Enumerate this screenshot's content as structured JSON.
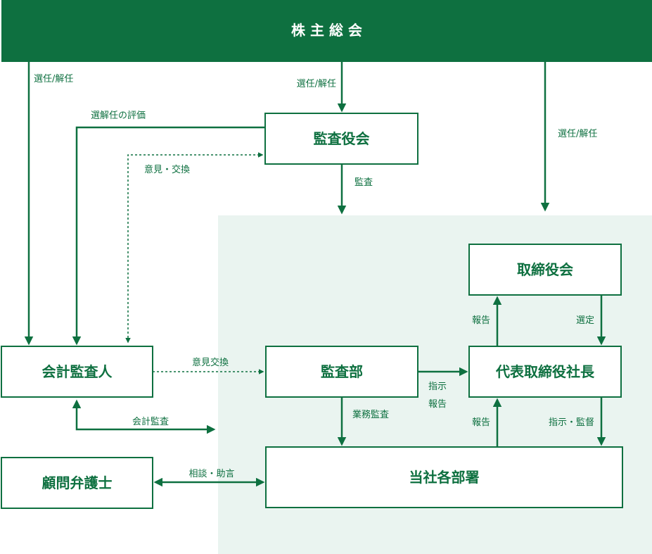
{
  "colors": {
    "primary": "#0e7040",
    "company_area_bg": "#eaf4f0",
    "header_text": "#ffffff"
  },
  "nodes": {
    "shareholders_meeting": "株 主 総 会",
    "audit_board": "監査役会",
    "board_of_directors": "取締役会",
    "accounting_auditor": "会計監査人",
    "audit_department": "監査部",
    "president": "代表取締役社長",
    "legal_advisor": "顧問弁護士",
    "company_departments": "当社各部署"
  },
  "edge_labels": {
    "elect_dismiss_left": "選任/解任",
    "elect_dismiss_center": "選任/解任",
    "elect_dismiss_right": "選任/解任",
    "evaluation": "選解任の評価",
    "opinion_exchange_dotted": "意見・交換",
    "audit": "監査",
    "report_to_board": "報告",
    "select": "選定",
    "opinion_exchange": "意見交換",
    "instruct": "指示",
    "report": "報告",
    "business_audit": "業務監査",
    "report_from_departments": "報告",
    "instruct_supervise": "指示・監督",
    "accounting_audit": "会計監査",
    "consult_advice": "相談・助言"
  }
}
